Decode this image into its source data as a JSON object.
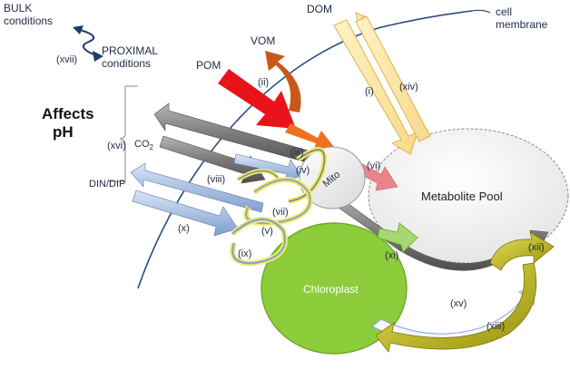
{
  "labels": {
    "bulk": "BULK",
    "bulk_sub": "conditions",
    "proximal": "PROXIMAL",
    "proximal_sub": "conditions",
    "xvii": "(xvii)",
    "dom": "DOM",
    "vom": "VOM",
    "pom": "POM",
    "cell": "cell",
    "membrane": "membrane",
    "affects": "Affects",
    "ph": "pH",
    "co2": "CO",
    "co2_sub": "2",
    "din_dip": "DIN/DIP",
    "mito": "Mito",
    "metabolite_pool": "Metabolite Pool",
    "chloroplast": "Chloroplast"
  },
  "arrows": {
    "i": "(i)",
    "ii": "(ii)",
    "iii": "(iii)",
    "iv": "(iv)",
    "v": "(v)",
    "vi": "(vi)",
    "vii": "(vii)",
    "viii": "(viii)",
    "ix": "(ix)",
    "x": "(x)",
    "xi": "(xi)",
    "xii": "(xii)",
    "xiii": "(xiii)",
    "xiv": "(xiv)",
    "xv": "(xv)",
    "xvi": "(xvi)"
  },
  "colors": {
    "membrane": "#2a4a80",
    "pom_red": "#e8141a",
    "vom_orange": "#c8581a",
    "dom_yellow": "#fde9a6",
    "dom_border": "#e2b24a",
    "co2_gray": "#808080",
    "co2_dark": "#555555",
    "nutrient_blue": "#9bb7de",
    "chloroplast_green": "#8dcc3a",
    "olive": "#b8ab12",
    "pink": "#e8858a"
  }
}
